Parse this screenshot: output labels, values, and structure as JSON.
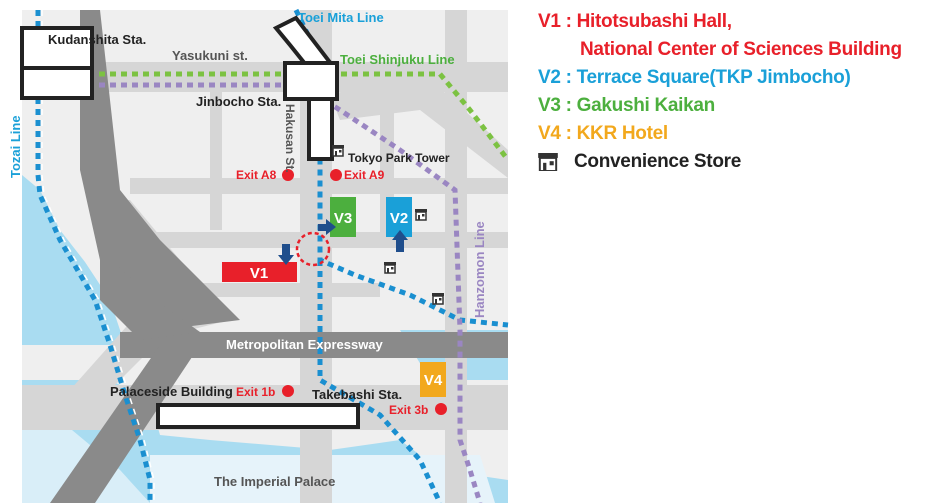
{
  "map": {
    "labels": {
      "toei_mita": "Toei Mita Line",
      "kudanshita": "Kudanshita Sta.",
      "yasukuni": "Yasukuni st.",
      "toei_shinjuku": "Toei Shinjuku Line",
      "jinbocho": "Jinbocho Sta.",
      "hakusan": "Hakusan St.",
      "tozai": "Tozai Line",
      "tokyo_park_tower": "Tokyo Park Tower",
      "exit_a8": "Exit A8",
      "exit_a9": "Exit A9",
      "hanzomon": "Hanzomon Line",
      "metropolitan": "Metropolitan Expressway",
      "palaceside": "Palaceside Building",
      "exit_1b": "Exit 1b",
      "takebashi": "Takebashi Sta.",
      "exit_3b": "Exit 3b",
      "imperial_palace": "The Imperial Palace"
    },
    "venues": {
      "v1": "V1",
      "v2": "V2",
      "v3": "V3",
      "v4": "V4"
    }
  },
  "legend": {
    "v1_line1": "V1 : Hitotsubashi Hall,",
    "v1_line2": "National Center of Sciences Building",
    "v2": "V2 : Terrace Square(TKP Jimbocho)",
    "v3": "V3 : Gakushi Kaikan",
    "v4": "V4 : KKR Hotel",
    "store": "Convenience Store"
  },
  "colors": {
    "v1": "#e8202a",
    "v2": "#1aa0d8",
    "v3": "#4caf3e",
    "v4": "#f2a81d",
    "store_text": "#222222",
    "road": "#d6d6d6",
    "expressway": "#8a8a8a",
    "water": "#a9dcf1",
    "mita_line": "#1a8fd0",
    "shinjuku_line": "#7cc242",
    "hanzomon_line": "#9a86c2"
  },
  "icons": {
    "store": "convenience-store-icon",
    "exit": "exit-dot-icon",
    "arrow": "direction-arrow-icon"
  }
}
